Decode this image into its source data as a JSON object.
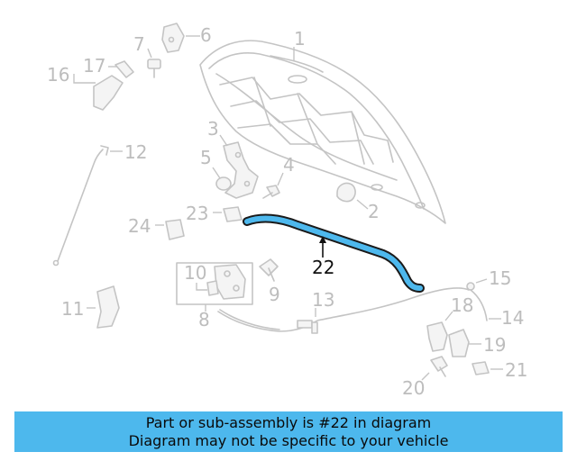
{
  "diagram": {
    "highlighted_part": "22",
    "callouts": [
      "1",
      "2",
      "3",
      "4",
      "5",
      "6",
      "7",
      "8",
      "9",
      "10",
      "11",
      "12",
      "13",
      "14",
      "15",
      "16",
      "17",
      "18",
      "19",
      "20",
      "21",
      "22",
      "23",
      "24"
    ],
    "colors": {
      "highlight": "#4db8ed",
      "parts": "#c4c4c4",
      "labels": "#bdbdbd"
    }
  },
  "banner": {
    "line1": "Part or sub-assembly is #22 in diagram",
    "line2": "Diagram may not be specific to your vehicle",
    "color": "#4db8ed"
  }
}
